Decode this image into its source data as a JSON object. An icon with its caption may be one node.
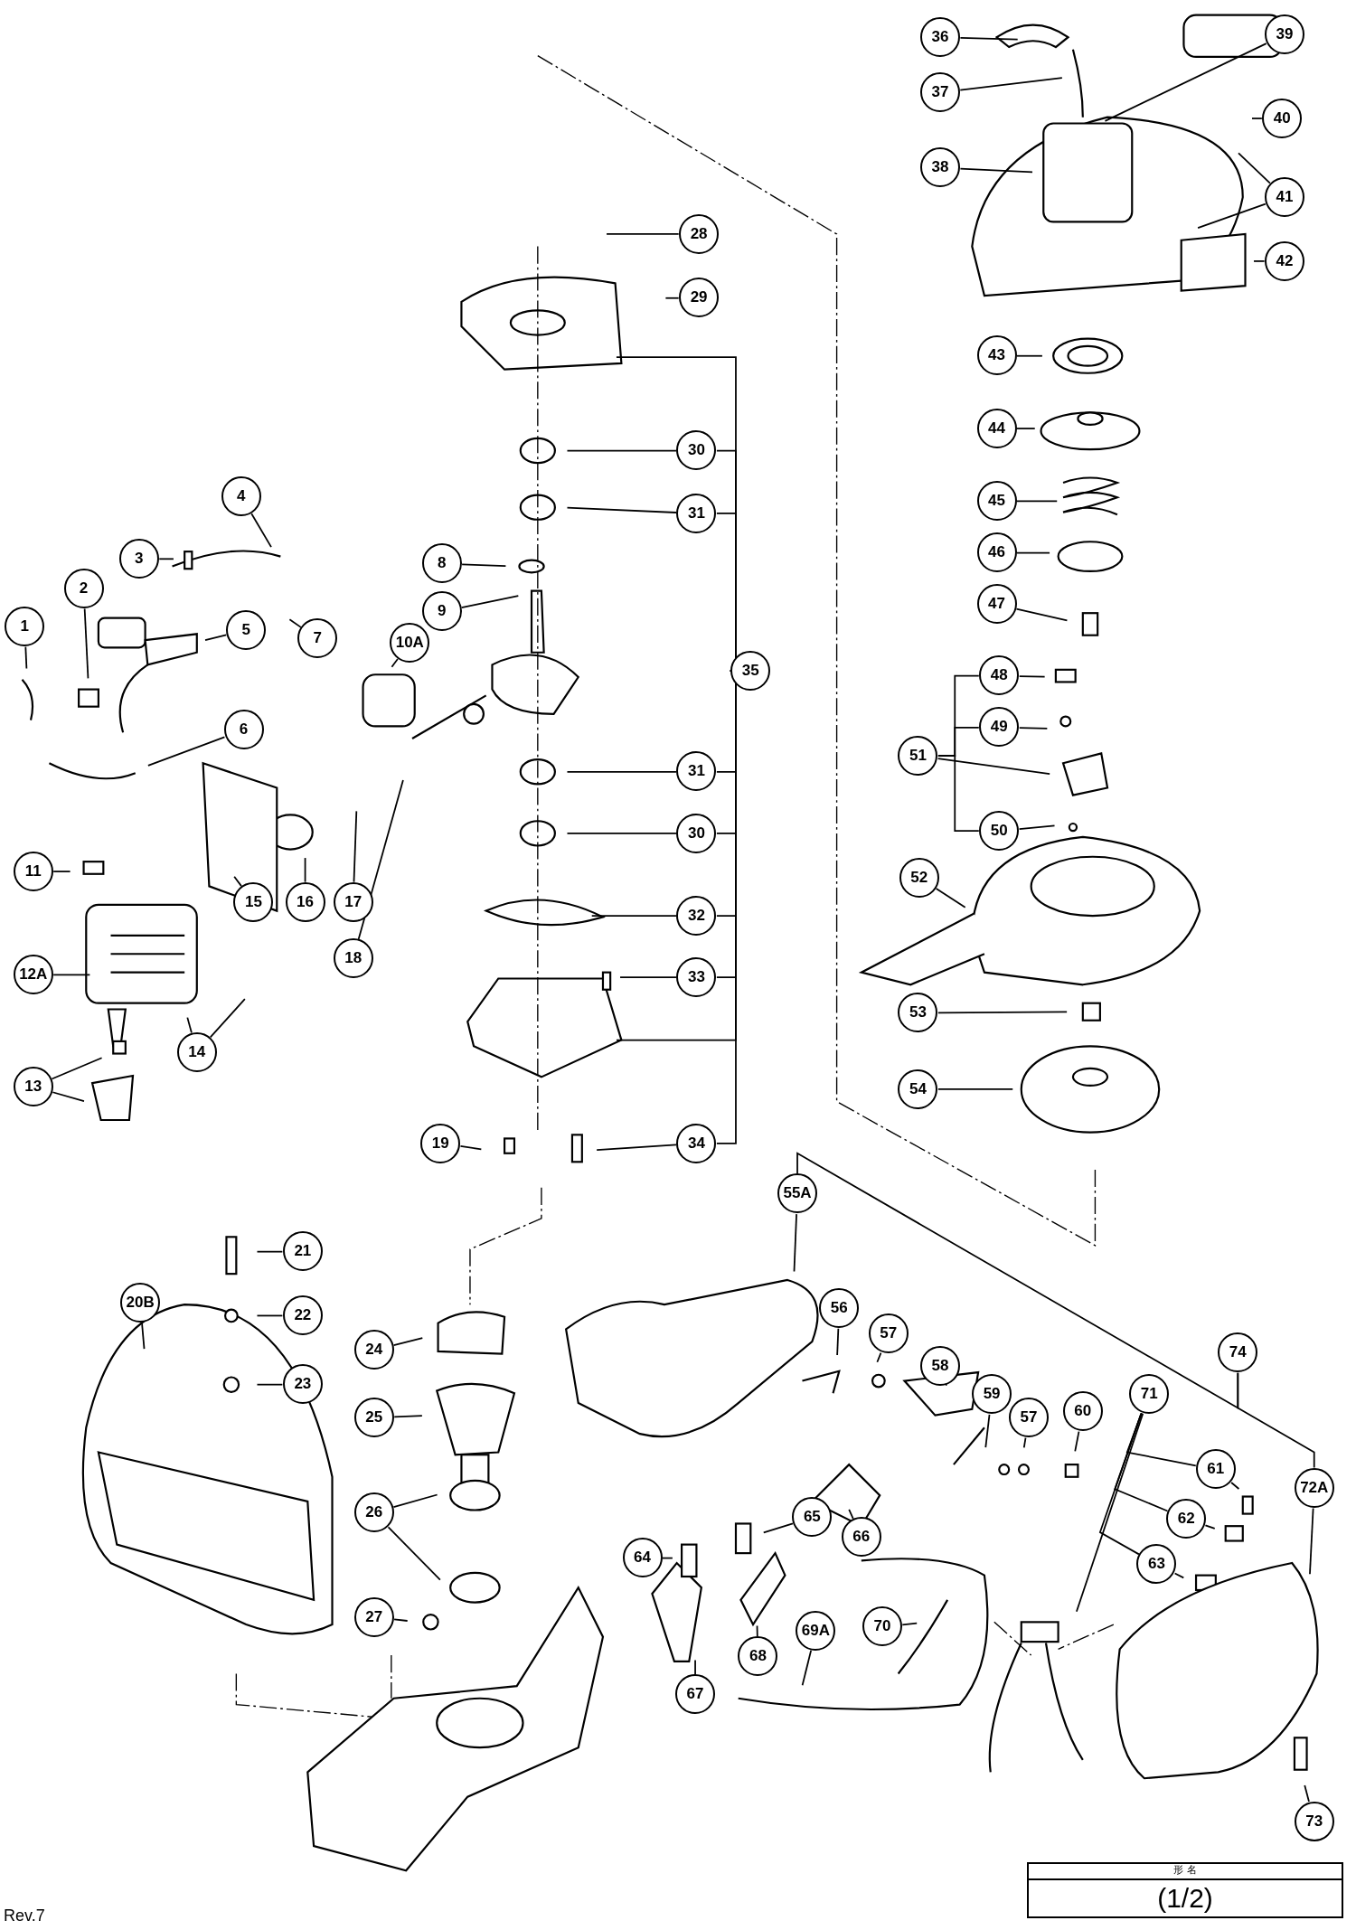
{
  "diagram": {
    "nodes": [
      {
        "text": [
          "36"
        ]
      },
      {
        "text": [
          "39"
        ]
      },
      {
        "text": [
          "37"
        ]
      },
      {
        "text": [
          "40"
        ]
      },
      {
        "text": [
          "38"
        ]
      },
      {
        "text": [
          "41"
        ]
      },
      {
        "text": [
          "28"
        ]
      },
      {
        "text": [
          "42"
        ]
      },
      {
        "text": [
          "29"
        ]
      },
      {
        "text": [
          "43"
        ]
      },
      {
        "text": [
          "44"
        ]
      },
      {
        "text": [
          "30"
        ]
      },
      {
        "text": [
          "31"
        ]
      },
      {
        "text": [
          "45"
        ]
      },
      {
        "text": [
          "4"
        ]
      },
      {
        "text": [
          "3"
        ]
      },
      {
        "text": [
          "8"
        ]
      },
      {
        "text": [
          "46"
        ]
      },
      {
        "text": [
          "9"
        ]
      },
      {
        "text": [
          "47"
        ]
      },
      {
        "text": [
          "1"
        ]
      },
      {
        "text": [
          "2"
        ]
      },
      {
        "text": [
          "5"
        ]
      },
      {
        "text": [
          "7"
        ]
      },
      {
        "text": [
          "10A"
        ]
      },
      {
        "text": [
          "35"
        ]
      },
      {
        "text": [
          "48"
        ]
      },
      {
        "text": [
          "6"
        ]
      },
      {
        "text": [
          "49"
        ]
      },
      {
        "text": [
          "51"
        ]
      },
      {
        "text": [
          "31"
        ]
      },
      {
        "text": [
          "50"
        ]
      },
      {
        "text": [
          "30"
        ]
      },
      {
        "text": [
          "11"
        ]
      },
      {
        "text": [
          "52"
        ]
      },
      {
        "text": [
          "16"
        ]
      },
      {
        "text": [
          "17"
        ]
      },
      {
        "text": [
          "15"
        ]
      },
      {
        "text": [
          "32"
        ]
      },
      {
        "text": [
          "12A"
        ]
      },
      {
        "text": [
          "18"
        ]
      },
      {
        "text": [
          "33"
        ]
      },
      {
        "text": [
          "53"
        ]
      },
      {
        "text": [
          "14"
        ]
      },
      {
        "text": [
          "13"
        ]
      },
      {
        "text": [
          "54"
        ]
      },
      {
        "text": [
          "19"
        ]
      },
      {
        "text": [
          "34"
        ]
      },
      {
        "text": [
          "55A"
        ]
      },
      {
        "text": [
          "21"
        ]
      },
      {
        "text": [
          "20B"
        ]
      },
      {
        "text": [
          "22"
        ]
      },
      {
        "text": [
          "56"
        ]
      },
      {
        "text": [
          "57"
        ]
      },
      {
        "text": [
          "24"
        ]
      },
      {
        "text": [
          "74"
        ]
      },
      {
        "text": [
          "58"
        ]
      },
      {
        "text": [
          "23"
        ]
      },
      {
        "text": [
          "59"
        ]
      },
      {
        "text": [
          "71"
        ]
      },
      {
        "text": [
          "57"
        ]
      },
      {
        "text": [
          "60"
        ]
      },
      {
        "text": [
          "25"
        ]
      },
      {
        "text": [
          "61"
        ]
      },
      {
        "text": [
          "72A"
        ]
      },
      {
        "text": [
          "62"
        ]
      },
      {
        "text": [
          "26"
        ]
      },
      {
        "text": [
          "65"
        ]
      },
      {
        "text": [
          "66"
        ]
      },
      {
        "text": [
          "64"
        ]
      },
      {
        "text": [
          "63"
        ]
      },
      {
        "text": [
          "27"
        ]
      },
      {
        "text": [
          "70"
        ]
      },
      {
        "text": [
          "69A"
        ]
      },
      {
        "text": [
          "68"
        ]
      },
      {
        "text": [
          "67"
        ]
      },
      {
        "text": [
          "73"
        ]
      }
    ],
    "edges": [
      {
        "from": 0,
        "to": null,
        "arrow": "none"
      },
      {
        "from": 1,
        "to": null,
        "arrow": "none"
      },
      {
        "from": 2,
        "to": null,
        "arrow": "none"
      },
      {
        "from": 3,
        "to": null,
        "arrow": "none"
      },
      {
        "from": 4,
        "to": null,
        "arrow": "none"
      },
      {
        "from": 5,
        "to": null,
        "arrow": "none"
      },
      {
        "from": 5,
        "to": null,
        "arrow": "none"
      },
      {
        "from": 6,
        "to": null,
        "arrow": "none"
      },
      {
        "from": 7,
        "to": null,
        "arrow": "none"
      },
      {
        "from": 8,
        "to": null,
        "arrow": "none"
      },
      {
        "from": 9,
        "to": null,
        "arrow": "none"
      },
      {
        "from": 10,
        "to": null,
        "arrow": "none"
      },
      {
        "from": 11,
        "to": null,
        "arrow": "none"
      },
      {
        "from": 12,
        "to": null,
        "arrow": "none"
      },
      {
        "from": 13,
        "to": null,
        "arrow": "none"
      },
      {
        "from": 14,
        "to": null,
        "arrow": "none"
      },
      {
        "from": 15,
        "to": null,
        "arrow": "none"
      },
      {
        "from": 16,
        "to": null,
        "arrow": "none"
      },
      {
        "from": 17,
        "to": null,
        "arrow": "none"
      },
      {
        "from": 18,
        "to": null,
        "arrow": "none"
      },
      {
        "from": 19,
        "to": null,
        "arrow": "none"
      },
      {
        "from": 20,
        "to": null,
        "arrow": "none"
      },
      {
        "from": 21,
        "to": null,
        "arrow": "none"
      },
      {
        "from": 22,
        "to": null,
        "arrow": "none"
      },
      {
        "from": 23,
        "to": null,
        "arrow": "none"
      },
      {
        "from": 24,
        "to": null,
        "arrow": "none"
      },
      {
        "from": 25,
        "to": null,
        "arrow": "none"
      },
      {
        "from": 25,
        "to": null,
        "arrow": "none"
      },
      {
        "from": 25,
        "to": 11,
        "arrow": "none"
      },
      {
        "from": 25,
        "to": 12,
        "arrow": "none"
      },
      {
        "from": 25,
        "to": 30,
        "arrow": "none"
      },
      {
        "from": 25,
        "to": 32,
        "arrow": "none"
      },
      {
        "from": 25,
        "to": 38,
        "arrow": "none"
      },
      {
        "from": 25,
        "to": 41,
        "arrow": "none"
      },
      {
        "from": 25,
        "to": 47,
        "arrow": "none"
      },
      {
        "from": 26,
        "to": null,
        "arrow": "none"
      },
      {
        "from": 27,
        "to": null,
        "arrow": "none"
      },
      {
        "from": 28,
        "to": null,
        "arrow": "none"
      },
      {
        "from": 29,
        "to": null,
        "arrow": "none"
      },
      {
        "from": 29,
        "to": 26,
        "arrow": "none"
      },
      {
        "from": 29,
        "to": 28,
        "arrow": "none"
      },
      {
        "from": 29,
        "to": 31,
        "arrow": "none"
      },
      {
        "from": 30,
        "to": null,
        "arrow": "none"
      },
      {
        "from": 31,
        "to": null,
        "arrow": "none"
      },
      {
        "from": 32,
        "to": null,
        "arrow": "none"
      },
      {
        "from": 33,
        "to": null,
        "arrow": "none"
      },
      {
        "from": 34,
        "to": null,
        "arrow": "none"
      },
      {
        "from": 35,
        "to": null,
        "arrow": "none"
      },
      {
        "from": 36,
        "to": null,
        "arrow": "none"
      },
      {
        "from": 37,
        "to": null,
        "arrow": "none"
      },
      {
        "from": 38,
        "to": null,
        "arrow": "none"
      },
      {
        "from": 39,
        "to": null,
        "arrow": "none"
      },
      {
        "from": 40,
        "to": null,
        "arrow": "none"
      },
      {
        "from": 41,
        "to": null,
        "arrow": "none"
      },
      {
        "from": 42,
        "to": null,
        "arrow": "none"
      },
      {
        "from": 43,
        "to": null,
        "arrow": "none"
      },
      {
        "from": 43,
        "to": null,
        "arrow": "none"
      },
      {
        "from": 44,
        "to": null,
        "arrow": "none"
      },
      {
        "from": 44,
        "to": null,
        "arrow": "none"
      },
      {
        "from": 45,
        "to": null,
        "arrow": "none"
      },
      {
        "from": 46,
        "to": null,
        "arrow": "none"
      },
      {
        "from": 47,
        "to": null,
        "arrow": "none"
      },
      {
        "from": 48,
        "to": null,
        "arrow": "none"
      },
      {
        "from": 49,
        "to": null,
        "arrow": "none"
      },
      {
        "from": 50,
        "to": null,
        "arrow": "none"
      },
      {
        "from": 51,
        "to": null,
        "arrow": "none"
      },
      {
        "from": 52,
        "to": null,
        "arrow": "none"
      },
      {
        "from": 53,
        "to": null,
        "arrow": "none"
      },
      {
        "from": 54,
        "to": null,
        "arrow": "none"
      },
      {
        "from": 55,
        "to": 48,
        "arrow": "none"
      },
      {
        "from": 55,
        "to": 64,
        "arrow": "none"
      },
      {
        "from": 56,
        "to": null,
        "arrow": "none"
      },
      {
        "from": 57,
        "to": null,
        "arrow": "none"
      },
      {
        "from": 58,
        "to": null,
        "arrow": "none"
      },
      {
        "from": 59,
        "to": null,
        "arrow": "none"
      },
      {
        "from": 59,
        "to": 63,
        "arrow": "none"
      },
      {
        "from": 59,
        "to": 65,
        "arrow": "none"
      },
      {
        "from": 59,
        "to": 70,
        "arrow": "none"
      },
      {
        "from": 60,
        "to": null,
        "arrow": "none"
      },
      {
        "from": 61,
        "to": null,
        "arrow": "none"
      },
      {
        "from": 62,
        "to": null,
        "arrow": "none"
      },
      {
        "from": 63,
        "to": null,
        "arrow": "none"
      },
      {
        "from": 64,
        "to": null,
        "arrow": "none"
      },
      {
        "from": 65,
        "to": null,
        "arrow": "none"
      },
      {
        "from": 66,
        "to": null,
        "arrow": "none"
      },
      {
        "from": 66,
        "to": null,
        "arrow": "none"
      },
      {
        "from": 67,
        "to": null,
        "arrow": "none"
      },
      {
        "from": 68,
        "to": null,
        "arrow": "none"
      },
      {
        "from": 69,
        "to": null,
        "arrow": "none"
      },
      {
        "from": 70,
        "to": null,
        "arrow": "none"
      },
      {
        "from": 71,
        "to": null,
        "arrow": "none"
      },
      {
        "from": 72,
        "to": null,
        "arrow": "none"
      },
      {
        "from": 73,
        "to": null,
        "arrow": "none"
      },
      {
        "from": 74,
        "to": null,
        "arrow": "none"
      },
      {
        "from": 75,
        "to": null,
        "arrow": "none"
      },
      {
        "from": 76,
        "to": null,
        "arrow": "none"
      }
    ],
    "labels": [
      "形 名",
      "(1/2)",
      "Rev.7"
    ]
  }
}
